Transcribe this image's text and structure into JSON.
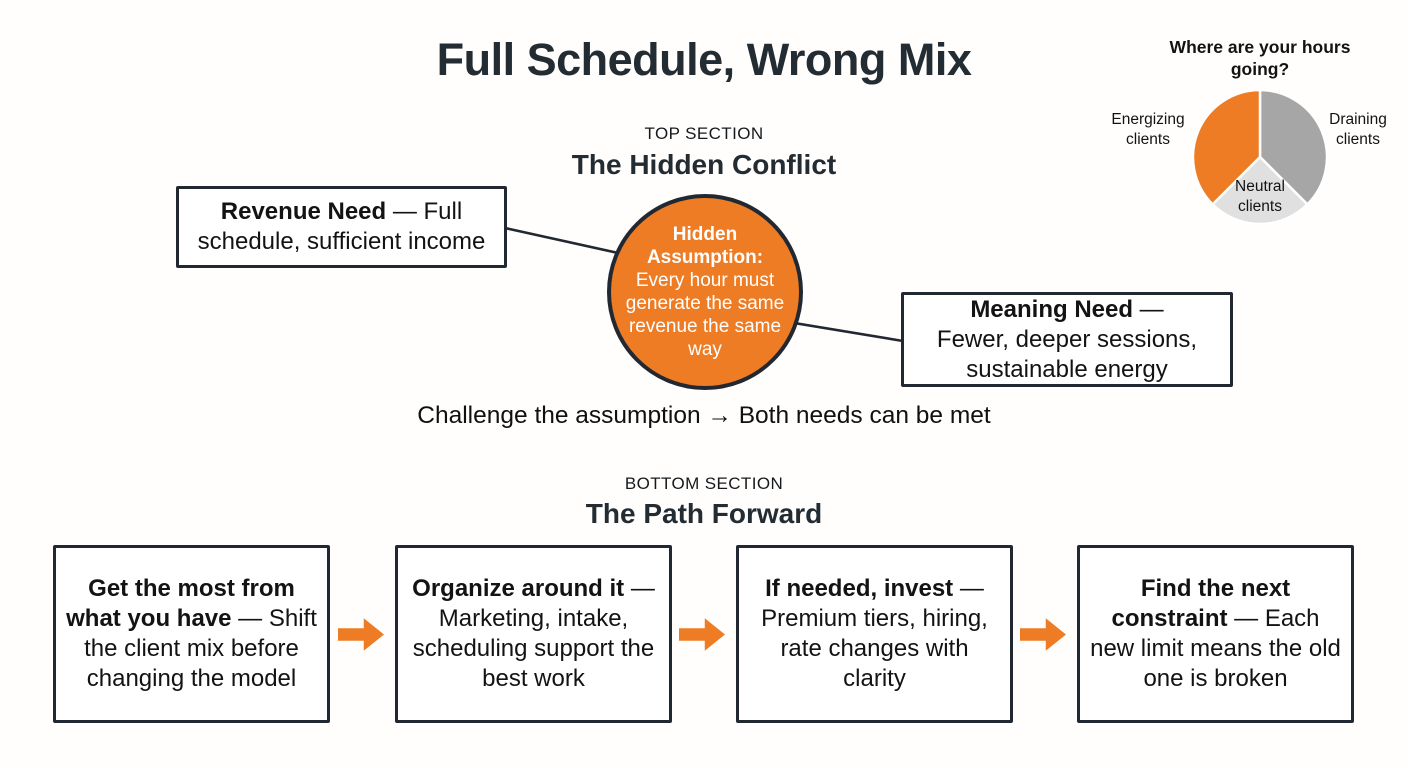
{
  "title": "Full Schedule, Wrong Mix",
  "colors": {
    "accent_orange": "#ED7C25",
    "ink": "#222831",
    "pie_draining_gray": "#A6A6A6",
    "pie_neutral_gray": "#E0E0E0"
  },
  "pie": {
    "title": "Where are your hours going?",
    "labels": {
      "energizing": "Energizing clients",
      "draining": "Draining clients",
      "neutral": "Neutral clients"
    },
    "colors": {
      "energizing": "#ED7C25",
      "draining": "#A6A6A6",
      "neutral": "#E0E0E0"
    },
    "chart_data": {
      "type": "pie",
      "title": "Where are your hours going?",
      "categories": [
        "Draining clients",
        "Neutral clients",
        "Energizing clients"
      ],
      "values": [
        37.5,
        25,
        37.5
      ],
      "colors": [
        "#A6A6A6",
        "#E0E0E0",
        "#ED7C25"
      ],
      "start_angle_deg": 0,
      "direction": "clockwise",
      "legend_position": "labels-around-pie"
    }
  },
  "top_section": {
    "kicker": "TOP SECTION",
    "heading": "The Hidden Conflict",
    "revenue_box": {
      "bold": "Revenue Need",
      "rest": " — Full schedule, sufficient income"
    },
    "assumption_circle": {
      "bold": "Hidden Assumption:",
      "rest": "Every hour must generate the same revenue the same way"
    },
    "meaning_box": {
      "bold": "Meaning Need",
      "rest": " — Fewer, deeper sessions, sustainable energy"
    },
    "takeaway": "Challenge the assumption → Both needs can be met"
  },
  "bottom_section": {
    "kicker": "BOTTOM SECTION",
    "heading": "The Path Forward",
    "steps": [
      {
        "bold": "Get the most from what you have",
        "rest": " — Shift the client mix before changing the model"
      },
      {
        "bold": "Organize around it",
        "rest": " — Marketing, intake, scheduling support the best work"
      },
      {
        "bold": "If needed, invest",
        "rest": " — Premium tiers, hiring, rate changes with clarity"
      },
      {
        "bold": "Find the next constraint",
        "rest": " — Each new limit means the old one is broken"
      }
    ]
  }
}
